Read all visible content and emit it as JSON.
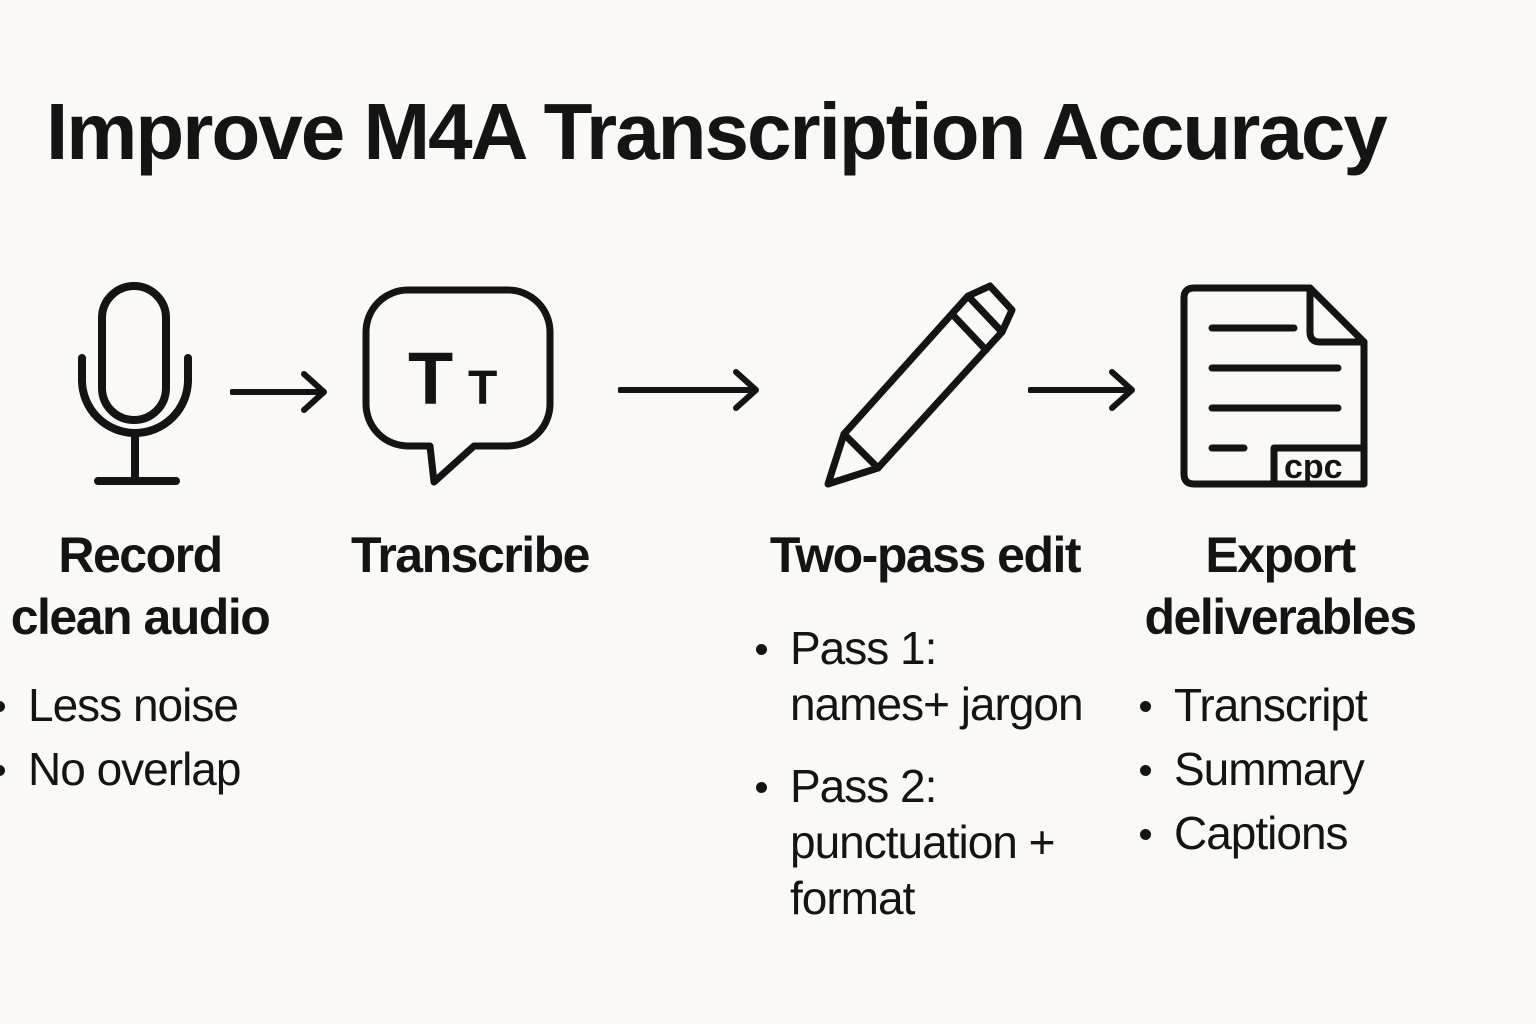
{
  "title": "Improve M4A Transcription Accuracy",
  "steps": [
    {
      "icon": "microphone-icon",
      "title_line1": "Record",
      "title_line2": "clean audio",
      "bullets": [
        "Less noise",
        "No overlap"
      ]
    },
    {
      "icon": "text-speech-bubble-icon",
      "icon_text": "TT",
      "title_line1": "Transcribe",
      "bullets": []
    },
    {
      "icon": "pencil-icon",
      "title_line1": "Two-pass edit",
      "bullets": [
        "Pass 1:\nnames+ jargon",
        "Pass 2:\npunctuation +\nformat"
      ]
    },
    {
      "icon": "document-icon",
      "icon_badge": "cpc",
      "title_line1": "Export",
      "title_line2": "deliverables",
      "bullets": [
        "Transcript",
        "Summary",
        "Captions"
      ]
    }
  ],
  "arrows": [
    "arrow-right-icon",
    "arrow-right-icon",
    "arrow-right-icon"
  ],
  "colors": {
    "background": "#faf9f5",
    "ink": "#141414"
  }
}
